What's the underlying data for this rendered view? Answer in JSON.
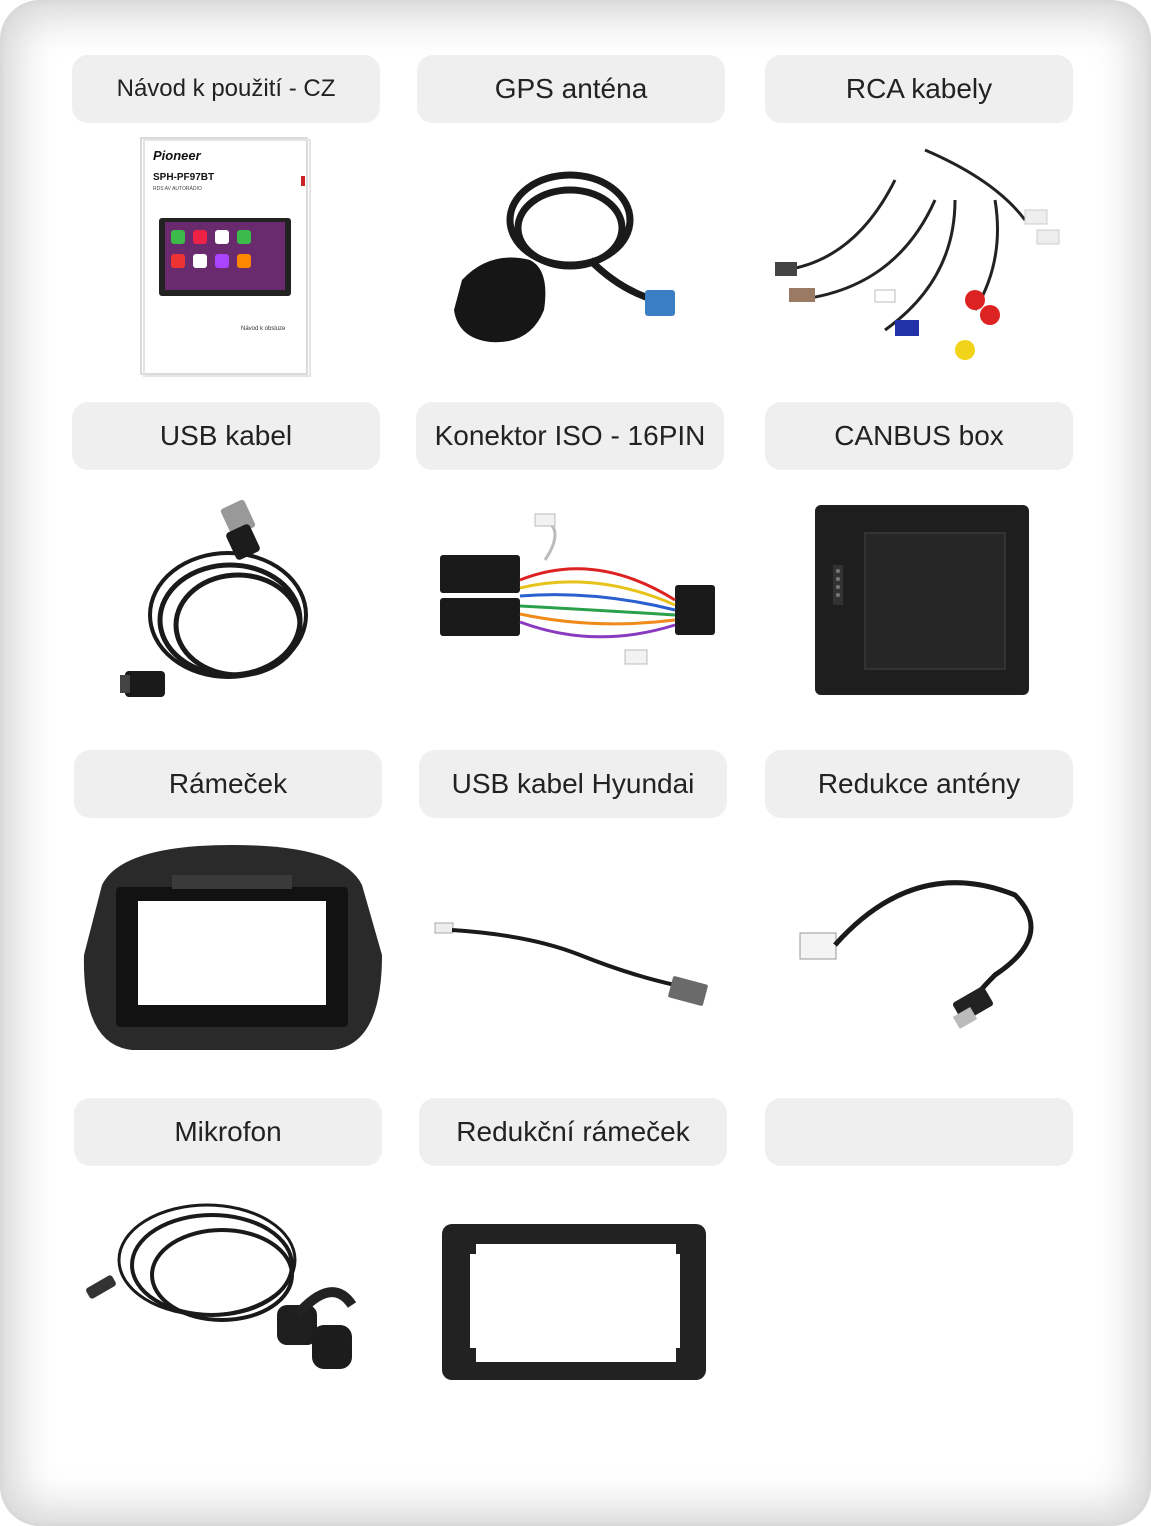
{
  "labels": {
    "manual": "Návod k použití - CZ",
    "gps": "GPS anténa",
    "rca": "RCA kabely",
    "usb": "USB kabel",
    "iso": "Konektor ISO - 16PIN",
    "canbus": "CANBUS box",
    "frame": "Rámeček",
    "usb_hyundai": "USB kabel Hyundai",
    "antenna_adapter": "Redukce antény",
    "mic": "Mikrofon",
    "reduction_frame": "Redukční rámeček",
    "empty": ""
  },
  "manual_cover": {
    "brand": "Pioneer",
    "model": "SPH-PF97BT",
    "subtitle": "RDS AV AUTORÁDIO",
    "footer": "Návod k obsluze"
  },
  "colors": {
    "label_bg": "#efefef",
    "frame_shadow": "#d8d8d8",
    "product_dark": "#1e1e1e"
  }
}
